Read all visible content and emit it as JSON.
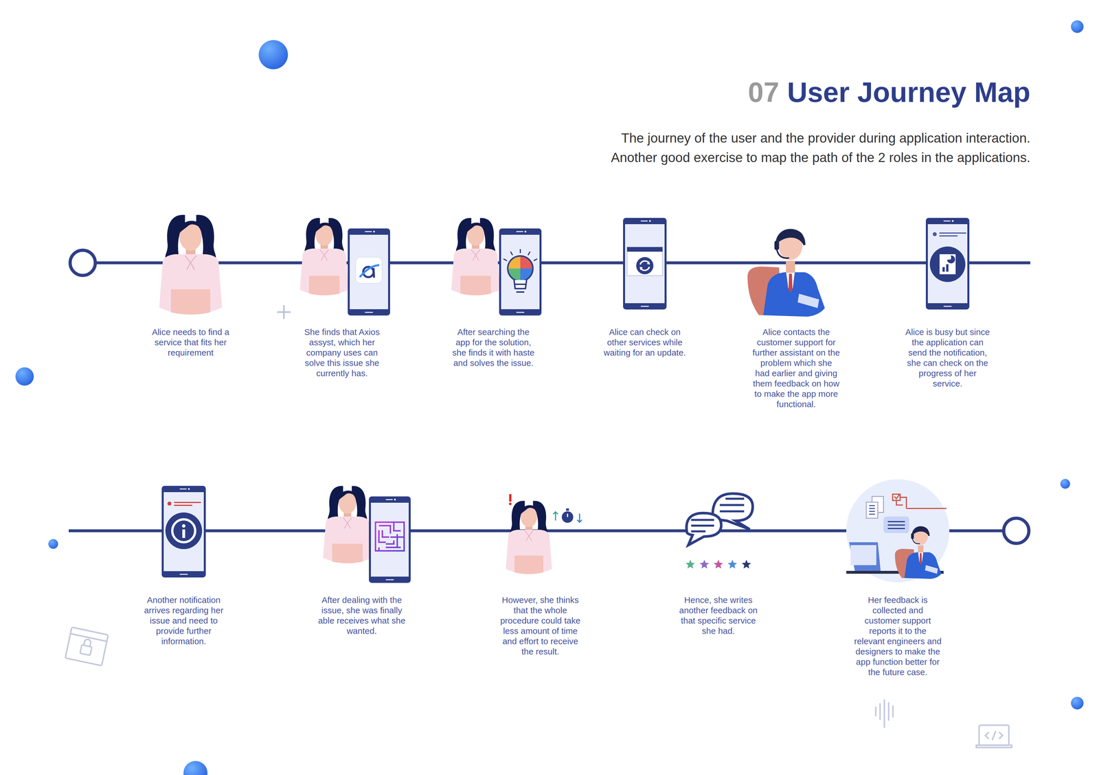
{
  "diagram": {
    "title": "User Journey Map",
    "caption": "The journey of the user and the provider during application interaction. Another good exercise to map the path of the 2 roles in the applications.",
    "nodes": [
      {
        "text": [
          "Alice needs to find a service that fits her requirement"
        ]
      },
      {
        "text": [
          "She finds that Axios assyst, which her company uses can solve this issue she currently has."
        ]
      },
      {
        "text": [
          "After searching the app for the solution, she finds it with haste and solves the issue."
        ]
      },
      {
        "text": [
          "Alice can check on other services while waiting for an update."
        ]
      },
      {
        "text": [
          "Alice contacts the customer support for further assistant on the problem which she had earlier and giving them feedback on how to make the app more functional."
        ]
      },
      {
        "text": [
          "Alice is busy but since the application can send the notification, she can check on the progress of her service."
        ]
      },
      {
        "text": [
          "Another notification arrives regarding her issue and need to provide further information."
        ]
      },
      {
        "text": [
          "After dealing with the issue, she was finally able receives what she wanted."
        ]
      },
      {
        "text": [
          "However, she thinks that the whole procedure could take less amount of time and effort to receive the result."
        ]
      },
      {
        "text": [
          "Hence, she writes another feedback on that specific service she had."
        ]
      },
      {
        "text": [
          "Her feedback is collected and customer support reports it to the relevant engineers and designers to make the app function better for the future case."
        ]
      }
    ],
    "edges": [
      {
        "from": 0,
        "to": 1,
        "arrow": "none"
      },
      {
        "from": 1,
        "to": 2,
        "arrow": "none"
      },
      {
        "from": 2,
        "to": 3,
        "arrow": "none"
      },
      {
        "from": 3,
        "to": 4,
        "arrow": "none"
      },
      {
        "from": 4,
        "to": 5,
        "arrow": "none"
      },
      {
        "from": 6,
        "to": 7,
        "arrow": "none"
      },
      {
        "from": 7,
        "to": 8,
        "arrow": "none"
      },
      {
        "from": 8,
        "to": 9,
        "arrow": "none"
      },
      {
        "from": 9,
        "to": 10,
        "arrow": "none"
      }
    ],
    "labels": [
      "07"
    ]
  }
}
